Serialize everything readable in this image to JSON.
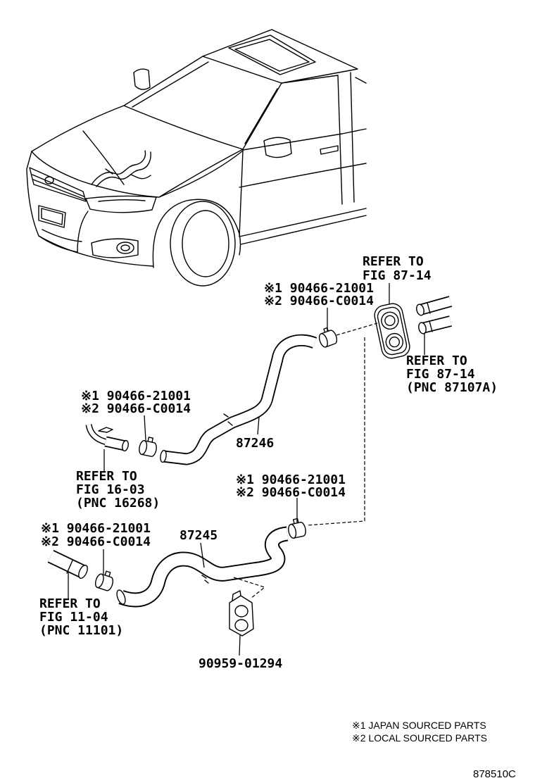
{
  "callouts": {
    "grommet_ref": [
      "REFER TO",
      "FIG 87-14"
    ],
    "clamp_at_grommet": [
      "※1 90466-21001",
      "※2 90466-C0014"
    ],
    "right_pipe_ref": [
      "REFER TO",
      "FIG 87-14",
      "(PNC 87107A)"
    ],
    "clamp_upper_left": [
      "※1 90466-21001",
      "※2 90466-C0014"
    ],
    "hose_upper": "87246",
    "upper_left_pipe_ref": [
      "REFER TO",
      "FIG 16-03",
      "(PNC 16268)"
    ],
    "clamp_lower_right": [
      "※1 90466-21001",
      "※2 90466-C0014"
    ],
    "clamp_lower_left": [
      "※1 90466-21001",
      "※2 90466-C0014"
    ],
    "hose_lower": "87245",
    "lower_left_pipe_ref": [
      "REFER TO",
      "FIG 11-04",
      "(PNC 11101)"
    ],
    "bracket": "90959-01294"
  },
  "legend": [
    "※1 JAPAN SOURCED PARTS",
    "※2 LOCAL SOURCED PARTS"
  ],
  "figure_code": "878510C",
  "colors": {
    "line": "#000000",
    "background": "#ffffff"
  }
}
